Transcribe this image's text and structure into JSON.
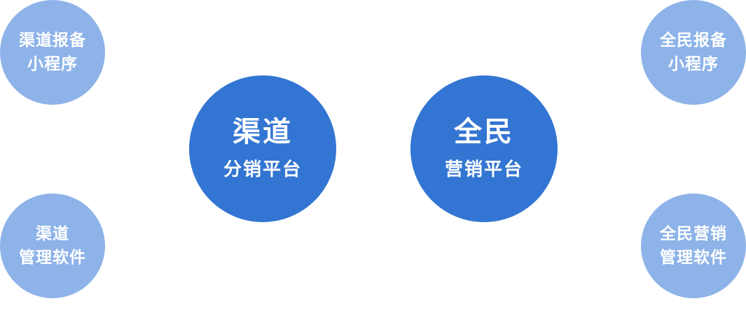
{
  "colors": {
    "primary": "#3375D2",
    "secondary": "#8DB3E8",
    "background": "#FFFFFF"
  },
  "center_nodes": [
    {
      "line1": "渠道",
      "line2": "分销平台"
    },
    {
      "line1": "全民",
      "line2": "营销平台"
    }
  ],
  "outer_nodes": {
    "top_left": {
      "line1": "渠道报备",
      "line2": "小程序"
    },
    "bottom_left": {
      "line1": "渠道",
      "line2": "管理软件"
    },
    "top_right": {
      "line1": "全民报备",
      "line2": "小程序"
    },
    "bottom_right": {
      "line1": "全民营销",
      "line2": "管理软件"
    }
  }
}
